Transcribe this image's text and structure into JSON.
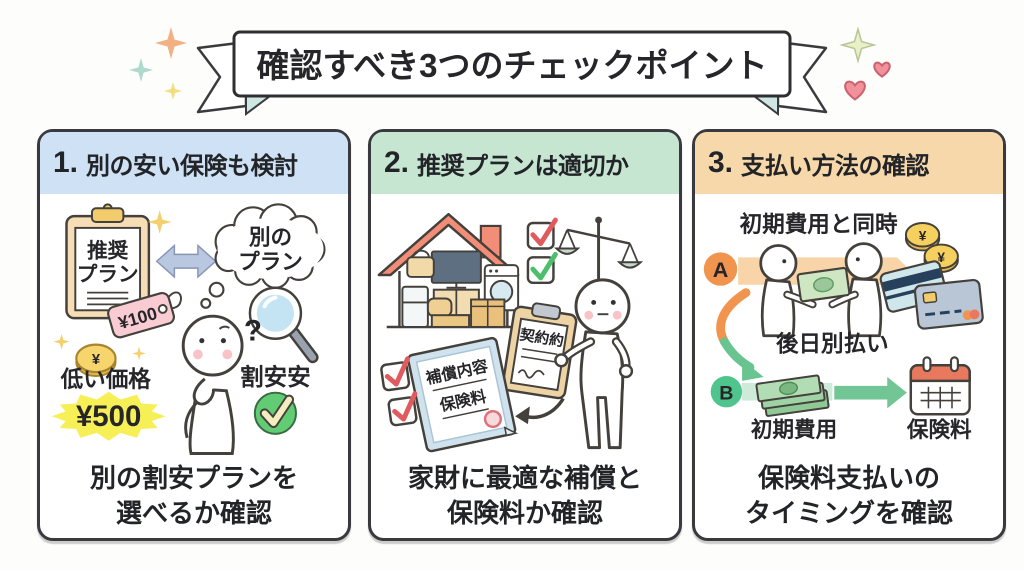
{
  "banner": {
    "title": "確認すべき3つのチェックポイント"
  },
  "colors": {
    "panel1_header": "#cfe1f4",
    "panel2_header": "#c6e6d2",
    "panel3_header": "#f7d8ab",
    "highlight_yellow": "#f7ef56",
    "check_green": "#62cc74",
    "check_red": "#e05b5e",
    "accent_orange": "#f0944e",
    "accent_green": "#4fc48c"
  },
  "panels": [
    {
      "number": "1.",
      "heading": "別の安い保険も検討",
      "illustration": {
        "clipboard_line1": "推奨",
        "clipboard_line2": "プラン",
        "price_tag": "¥100",
        "bubble_line1": "別の",
        "bubble_line2": "プラン",
        "coin": "¥",
        "question": "?",
        "low_price_label": "低い価格",
        "highlight_price": "¥500",
        "bargain_label": "割安安"
      },
      "caption": [
        "別の割安プランを",
        "選べるか確認"
      ]
    },
    {
      "number": "2.",
      "heading": "推奨プランは適切か",
      "illustration": {
        "contract_label": "契約約",
        "coverage_label": "補償内容",
        "premium_label": "保険料"
      },
      "caption": [
        "家財に最適な補償と",
        "保険料か確認"
      ]
    },
    {
      "number": "3.",
      "heading": "支払い方法の確認",
      "illustration": {
        "badge_a": "A",
        "option_a": "初期費用と同時",
        "coin": "¥",
        "option_b": "後日別払い",
        "badge_b": "B",
        "money_label": "初期費用",
        "calendar_label": "保険料"
      },
      "caption": [
        "保険料支払いの",
        "タイミングを確認"
      ]
    }
  ]
}
